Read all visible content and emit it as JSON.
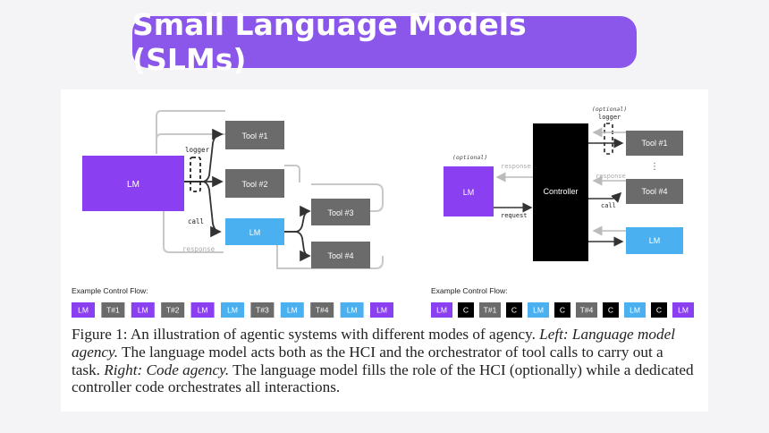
{
  "header": {
    "title": "Small Language Models (SLMs)"
  },
  "left": {
    "lm_label": "LM",
    "lm2_label": "LM",
    "tools": [
      "Tool #1",
      "Tool #2",
      "Tool #3",
      "Tool #4"
    ],
    "logger": "logger",
    "call": "call",
    "response": "response",
    "flow_label": "Example Control Flow:",
    "flow": [
      "LM",
      "T#1",
      "LM",
      "T#2",
      "LM",
      "LM",
      "T#3",
      "LM",
      "T#4",
      "LM",
      "LM"
    ]
  },
  "right": {
    "optional_lm": "(optional)",
    "optional_logger": "(optional)",
    "lm_label": "LM",
    "controller": "Controller",
    "logger": "logger",
    "response": "response",
    "response2": "response",
    "request": "request",
    "call": "call",
    "tools": [
      "Tool #1",
      "Tool #4"
    ],
    "dots": "⋮",
    "lm2_label": "LM",
    "flow_label": "Example Control Flow:",
    "flow": [
      "LM",
      "C",
      "T#1",
      "C",
      "LM",
      "C",
      "T#4",
      "C",
      "LM",
      "C",
      "LM"
    ]
  },
  "colors": {
    "purple": "#8a3ff0",
    "blue": "#4ab0f0",
    "gray": "#6b6b6b",
    "black": "#000000",
    "title_bg": "#8a57ea"
  },
  "caption": {
    "line1_a": "Figure 1: An illustration of agentic systems with different modes of agency. ",
    "line1_b": "Left: Language model",
    "line2_a": "agency.",
    "line2_b": " The language model acts both as the HCI and the orchestrator of tool calls to carry out a",
    "line3_a": "task. ",
    "line3_b": "Right: Code agency.",
    "line3_c": " The language model fills the role of the HCI (optionally) while a dedicated",
    "line4": "controller code orchestrates all interactions."
  }
}
